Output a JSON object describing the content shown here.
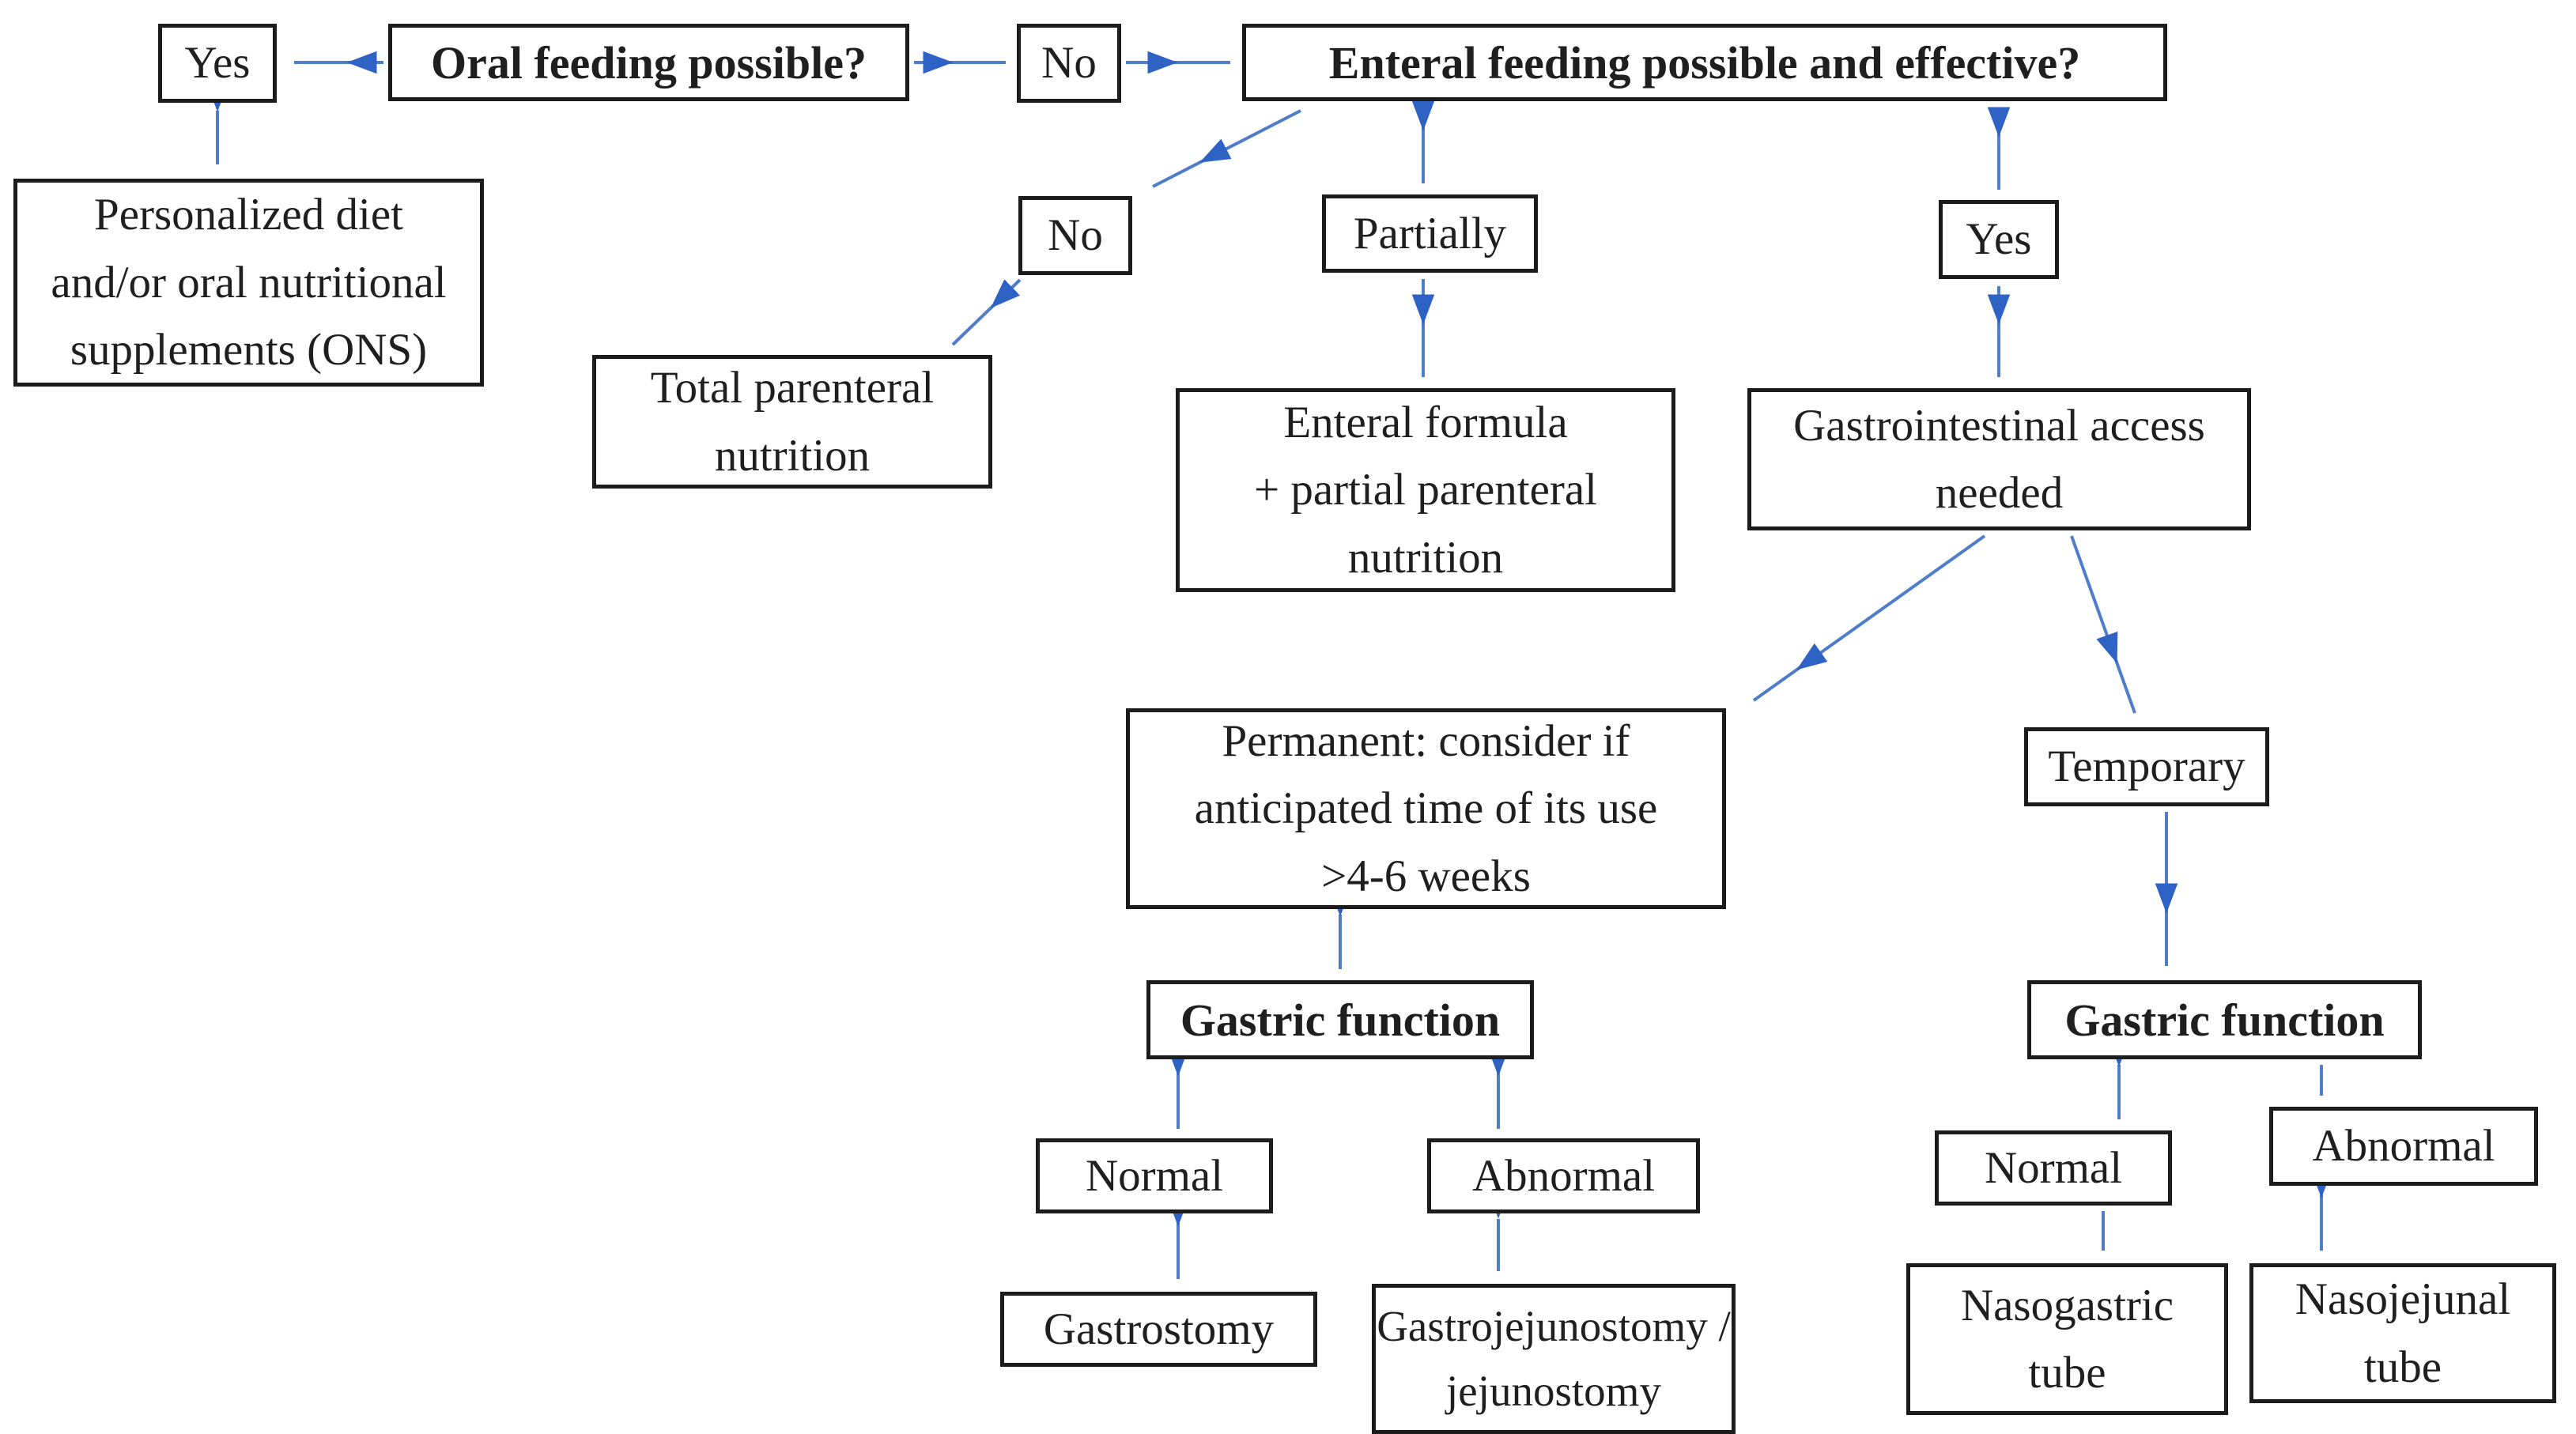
{
  "diagram": {
    "type": "flowchart",
    "topic": "Nutrition support decision algorithm",
    "colors": {
      "arrow_shaft": "#4f7dc9",
      "arrow_head": "#2e62c4",
      "box_border": "#1c1c1c",
      "text": "#1f1f1f",
      "background": "#ffffff"
    },
    "nodes": {
      "yes_top": {
        "label": "Yes"
      },
      "oral_feeding": {
        "label": "Oral feeding possible?"
      },
      "no_top": {
        "label": "No"
      },
      "enteral_feeding": {
        "label": "Enteral feeding possible and effective?"
      },
      "personalized_diet": {
        "label": "Personalized diet\nand/or oral nutritional\nsupplements (ONS)"
      },
      "no_branch": {
        "label": "No"
      },
      "partially": {
        "label": "Partially"
      },
      "yes_branch": {
        "label": "Yes"
      },
      "total_parenteral": {
        "label": "Total parenteral\nnutrition"
      },
      "enteral_formula": {
        "label": "Enteral formula\n+ partial parenteral\nnutrition"
      },
      "gi_access": {
        "label": "Gastrointestinal access\nneeded"
      },
      "permanent": {
        "label": "Permanent: consider if\nanticipated time of its use\n>4-6 weeks"
      },
      "temporary": {
        "label": "Temporary"
      },
      "gastric_function_left": {
        "label": "Gastric function"
      },
      "gastric_function_right": {
        "label": "Gastric function"
      },
      "normal_left": {
        "label": "Normal"
      },
      "abnormal_left": {
        "label": "Abnormal"
      },
      "normal_right": {
        "label": "Normal"
      },
      "abnormal_right": {
        "label": "Abnormal"
      },
      "gastrostomy": {
        "label": "Gastrostomy"
      },
      "gastrojejunostomy": {
        "label": "Gastrojejunostomy /\njejunostomy"
      },
      "nasogastric": {
        "label": "Nasogastric\ntube"
      },
      "nasojejunal": {
        "label": "Nasojejunal\ntube"
      }
    },
    "edges": [
      {
        "from": "oral_feeding",
        "to": "yes_top"
      },
      {
        "from": "oral_feeding",
        "to": "no_top"
      },
      {
        "from": "no_top",
        "to": "enteral_feeding"
      },
      {
        "from": "yes_top",
        "to": "personalized_diet"
      },
      {
        "from": "enteral_feeding",
        "to": "no_branch"
      },
      {
        "from": "enteral_feeding",
        "to": "partially"
      },
      {
        "from": "enteral_feeding",
        "to": "yes_branch"
      },
      {
        "from": "no_branch",
        "to": "total_parenteral"
      },
      {
        "from": "partially",
        "to": "enteral_formula"
      },
      {
        "from": "yes_branch",
        "to": "gi_access"
      },
      {
        "from": "gi_access",
        "to": "permanent"
      },
      {
        "from": "gi_access",
        "to": "temporary"
      },
      {
        "from": "permanent",
        "to": "gastric_function_left"
      },
      {
        "from": "temporary",
        "to": "gastric_function_right"
      },
      {
        "from": "gastric_function_left",
        "to": "normal_left"
      },
      {
        "from": "gastric_function_left",
        "to": "abnormal_left"
      },
      {
        "from": "gastric_function_right",
        "to": "normal_right"
      },
      {
        "from": "gastric_function_right",
        "to": "abnormal_right"
      },
      {
        "from": "normal_left",
        "to": "gastrostomy"
      },
      {
        "from": "abnormal_left",
        "to": "gastrojejunostomy"
      },
      {
        "from": "normal_right",
        "to": "nasogastric"
      },
      {
        "from": "abnormal_right",
        "to": "nasojejunal"
      }
    ]
  }
}
